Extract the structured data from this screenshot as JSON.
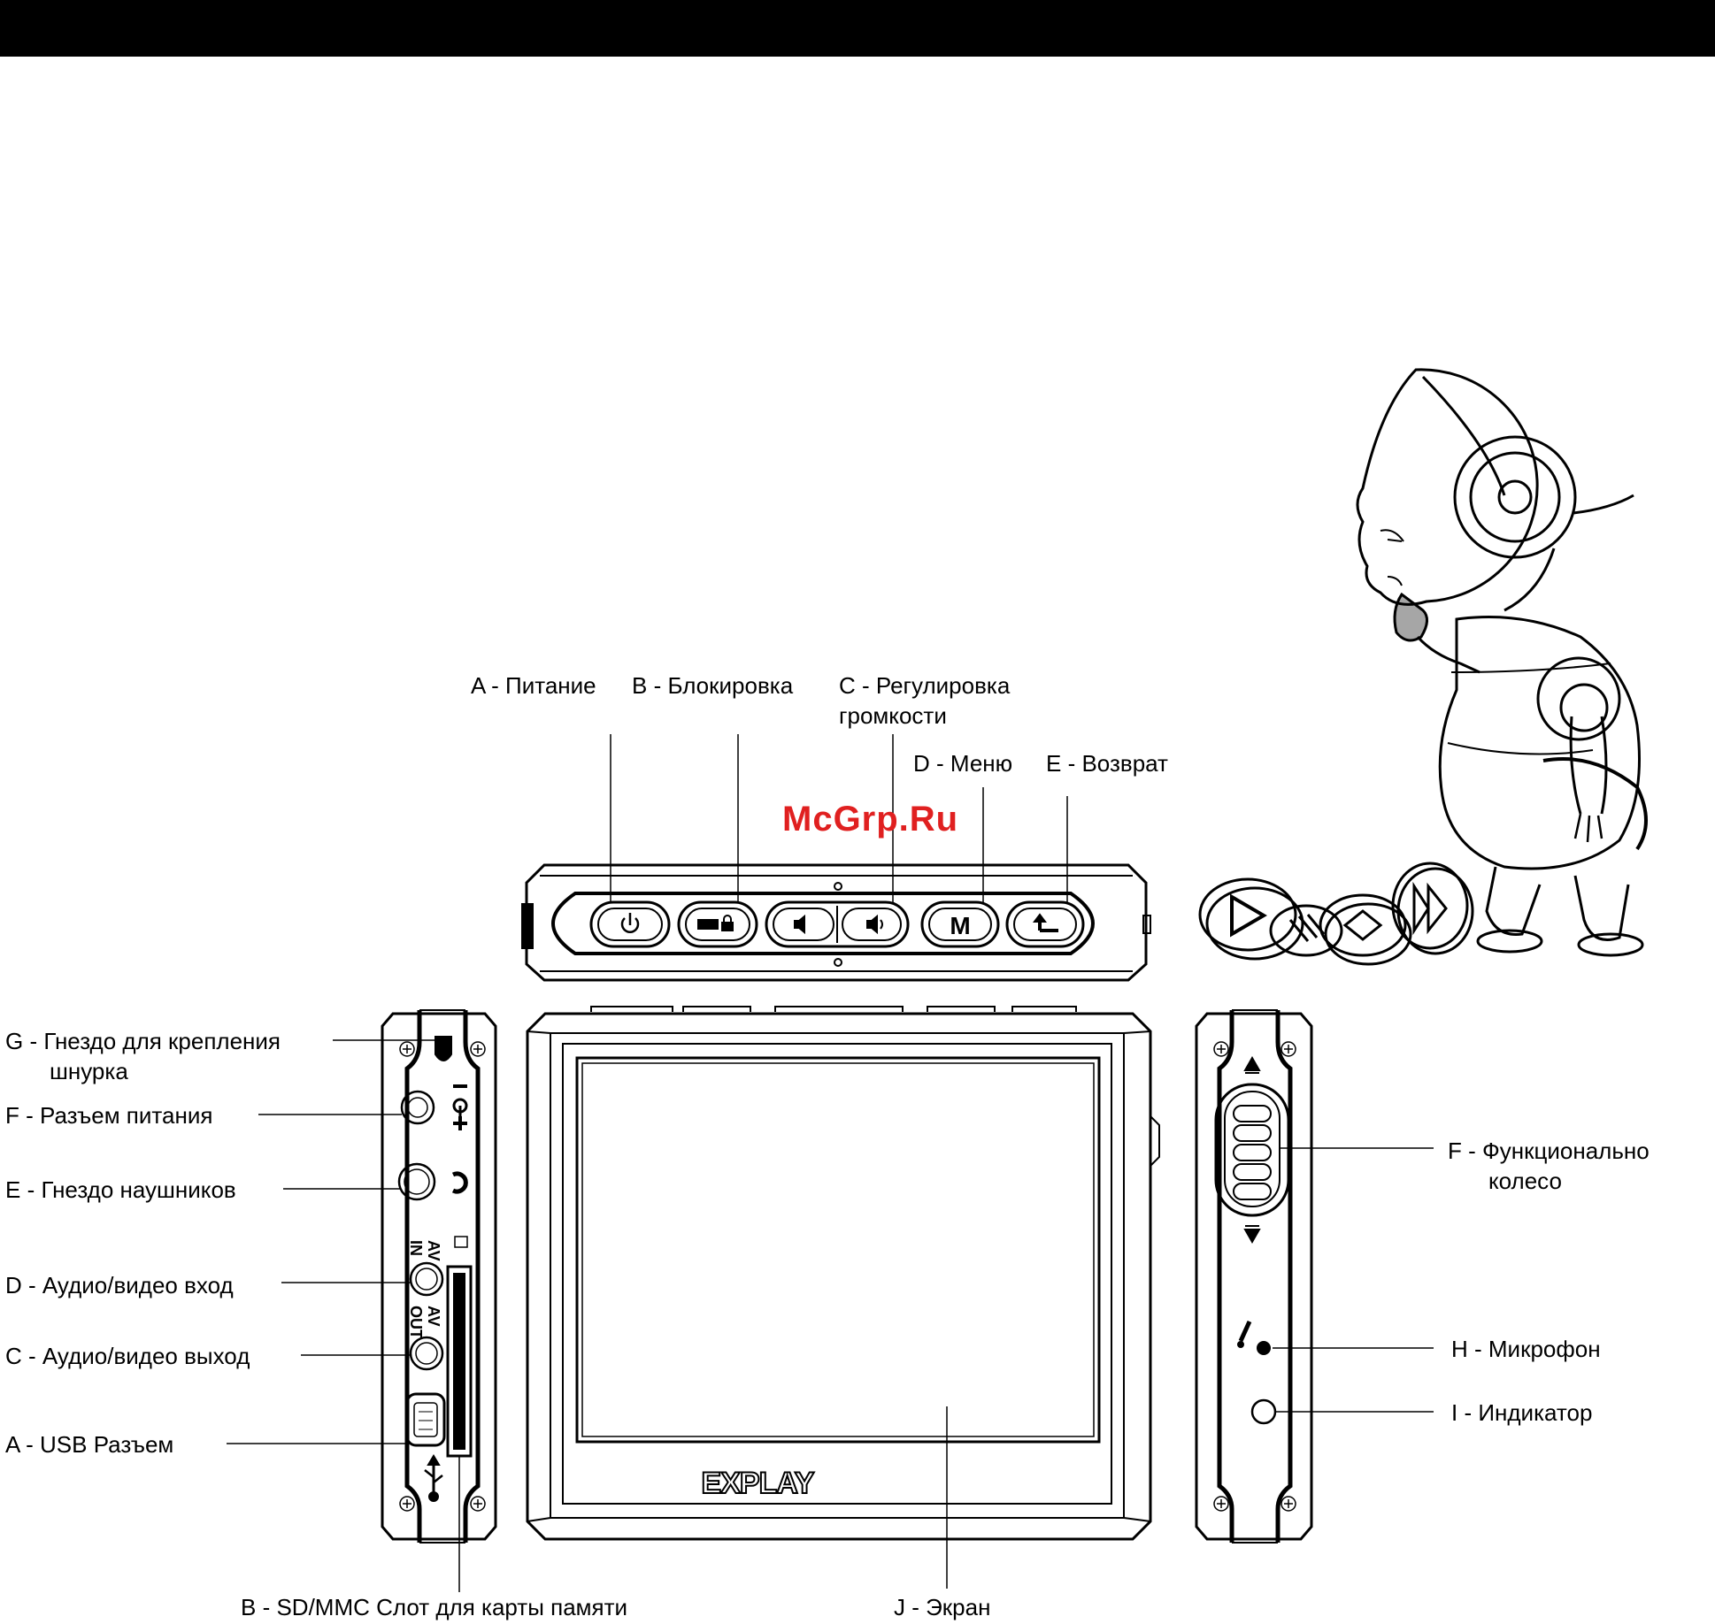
{
  "watermark": "McGrp.Ru",
  "brand_logo": "EXPLAY",
  "top_labels": {
    "a": "A - Питание",
    "b": "B - Блокировка",
    "c1": "C - Регулировка",
    "c2": "громкости",
    "d": "D - Меню",
    "e": "E - Возврат"
  },
  "left_labels": {
    "g1": "G - Гнездо для крепления",
    "g2": "шнурка",
    "f": "F - Разъем питания",
    "e": "E - Гнездо наушников",
    "d": "D - Аудио/видео вход",
    "c": "C - Аудио/видео выход",
    "a": "A - USB  Разъем"
  },
  "right_labels": {
    "f1": "F - Функционально",
    "f2": "колесо",
    "h": "H - Микрофон",
    "i": "I - Индикатор"
  },
  "bottom_labels": {
    "b": "B - SD/MMC Слот для карты памяти",
    "j": "J - Экран"
  },
  "side_marks": {
    "av": "AV",
    "in": "IN",
    "out": "OUT",
    "m": "M"
  },
  "colors": {
    "accent": "#e02020",
    "ink": "#000000"
  }
}
